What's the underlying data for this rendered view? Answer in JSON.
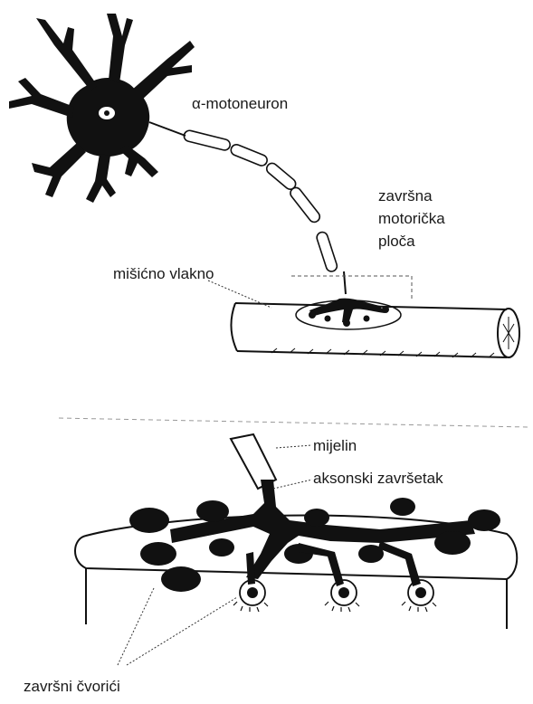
{
  "labels": {
    "motoneuron": "α-motoneuron",
    "endplate_line1": "završna",
    "endplate_line2": "motorička",
    "endplate_line3": "ploča",
    "muscle_fiber": "mišićno vlakno",
    "myelin": "mijelin",
    "axon_terminal": "aksonski završetak",
    "terminal_buttons": "završni čvorići"
  },
  "colors": {
    "ink": "#111111",
    "background": "#ffffff"
  }
}
